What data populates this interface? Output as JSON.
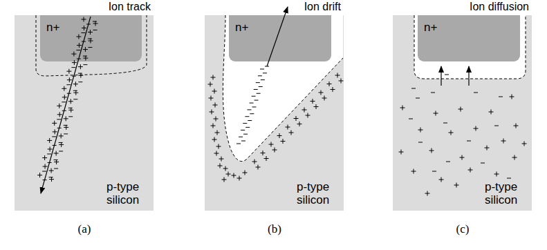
{
  "diagram": {
    "nodes": [
      {
        "text": [
          "Ion track",
          "p-type silicon"
        ]
      },
      {
        "text": [
          "n+"
        ],
        "in": 0
      },
      {
        "text": [
          "Ion drift",
          "p-type silicon"
        ]
      },
      {
        "text": [
          "n+"
        ],
        "in": 2
      },
      {
        "text": [
          "Ion diffusion",
          "p-type silicon"
        ]
      },
      {
        "text": [
          "n+"
        ],
        "in": 4
      }
    ],
    "labels": [
      "(a)",
      "(b)",
      "(c)"
    ]
  }
}
